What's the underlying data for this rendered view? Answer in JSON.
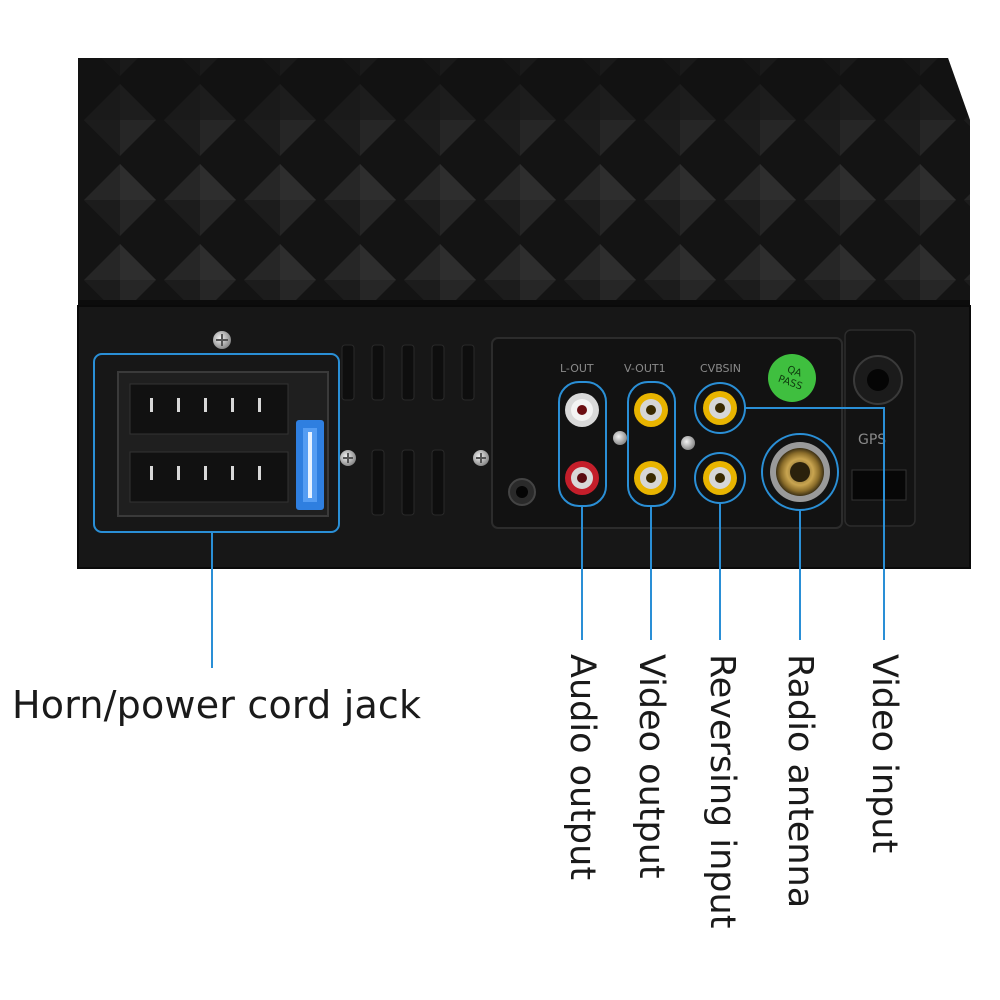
{
  "panel_marks": {
    "l_out": "L-OUT",
    "v_out": "V-OUT1",
    "cvbs": "CVBSIN",
    "gps": "GPS",
    "qa_sticker_line1": "QA",
    "qa_sticker_line2": "PASS"
  },
  "callouts": {
    "horn_power": "Horn/power cord jack",
    "audio_output": "Audio output",
    "video_output": "Video output",
    "reversing_input": "Reversing input",
    "radio_antenna": "Radio antenna",
    "video_input": "Video input"
  },
  "colors": {
    "callout_line": "#2a8fd6",
    "housing": "#161616",
    "rca_red": "#c41e2a",
    "rca_yellow": "#e8b400",
    "rca_white": "#eeeeee",
    "fuse_blue": "#2f7fe0",
    "qa_green": "#3fbf3f"
  }
}
